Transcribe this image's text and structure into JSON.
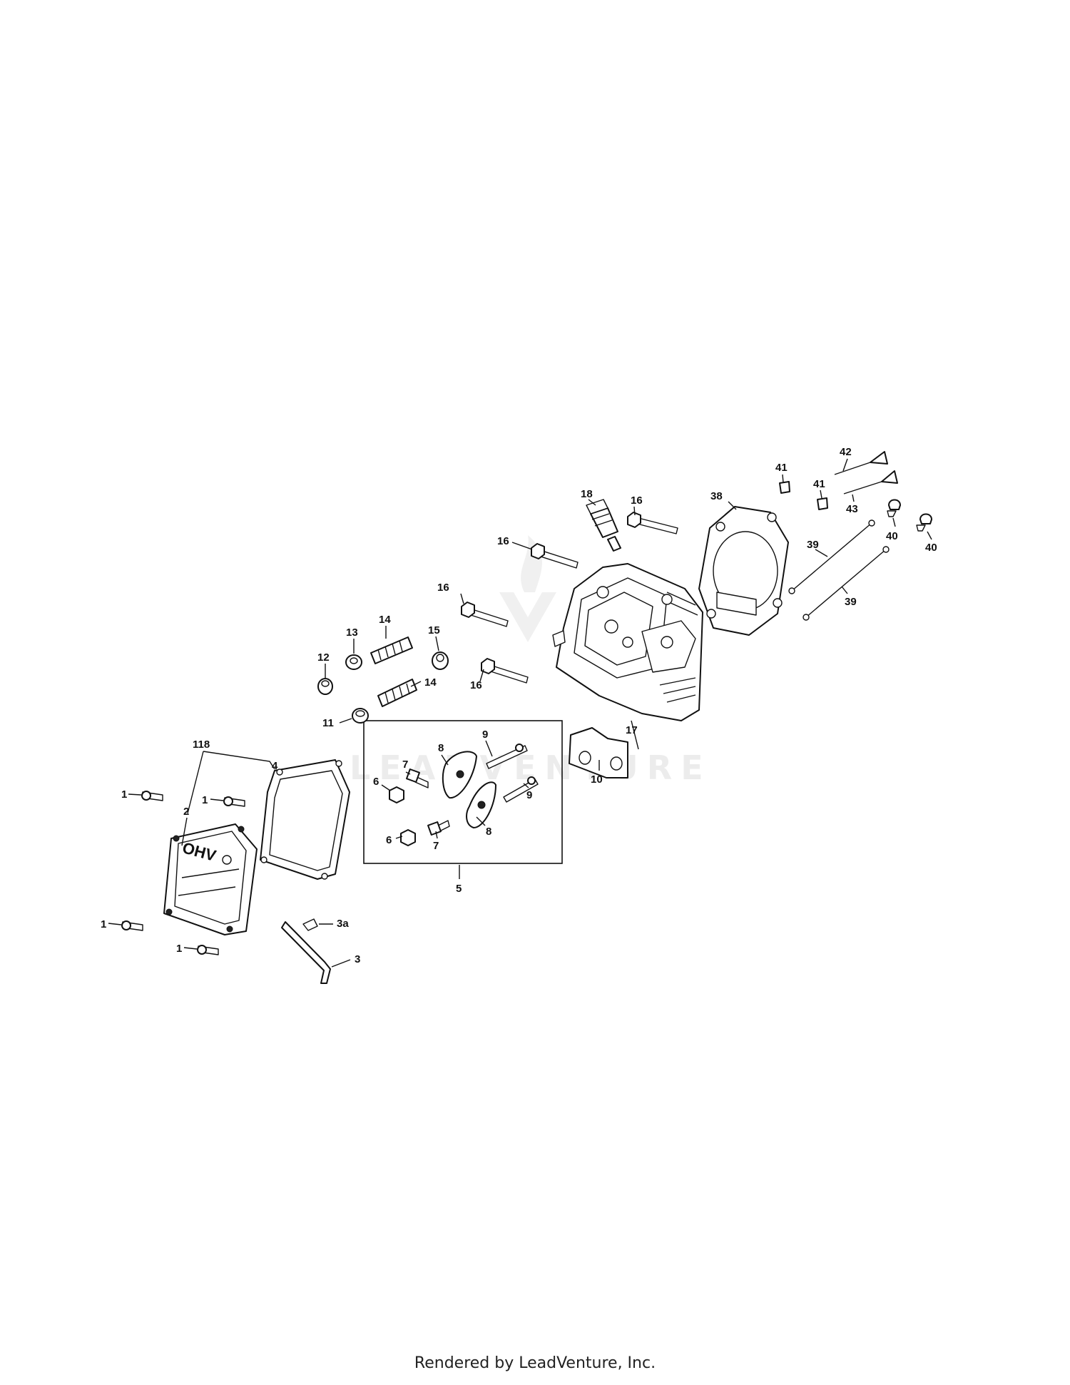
{
  "diagram": {
    "watermark_text": "LEADVENTURE",
    "cover_marking": "OHV",
    "callouts": {
      "c1a": "1",
      "c1b": "1",
      "c1c": "1",
      "c1d": "1",
      "c2": "2",
      "c3": "3",
      "c3a": "3a",
      "c4": "4",
      "c5": "5",
      "c6a": "6",
      "c6b": "6",
      "c7a": "7",
      "c7b": "7",
      "c8a": "8",
      "c8b": "8",
      "c9a": "9",
      "c9b": "9",
      "c10": "10",
      "c11": "11",
      "c12": "12",
      "c13": "13",
      "c14a": "14",
      "c14b": "14",
      "c15": "15",
      "c16a": "16",
      "c16b": "16",
      "c16c": "16",
      "c16d": "16",
      "c17": "17",
      "c18": "18",
      "c38": "38",
      "c39a": "39",
      "c39b": "39",
      "c40a": "40",
      "c40b": "40",
      "c41a": "41",
      "c41b": "41",
      "c42": "42",
      "c43": "43",
      "c118": "118"
    }
  },
  "footer": {
    "text": "Rendered by LeadVenture, Inc."
  }
}
